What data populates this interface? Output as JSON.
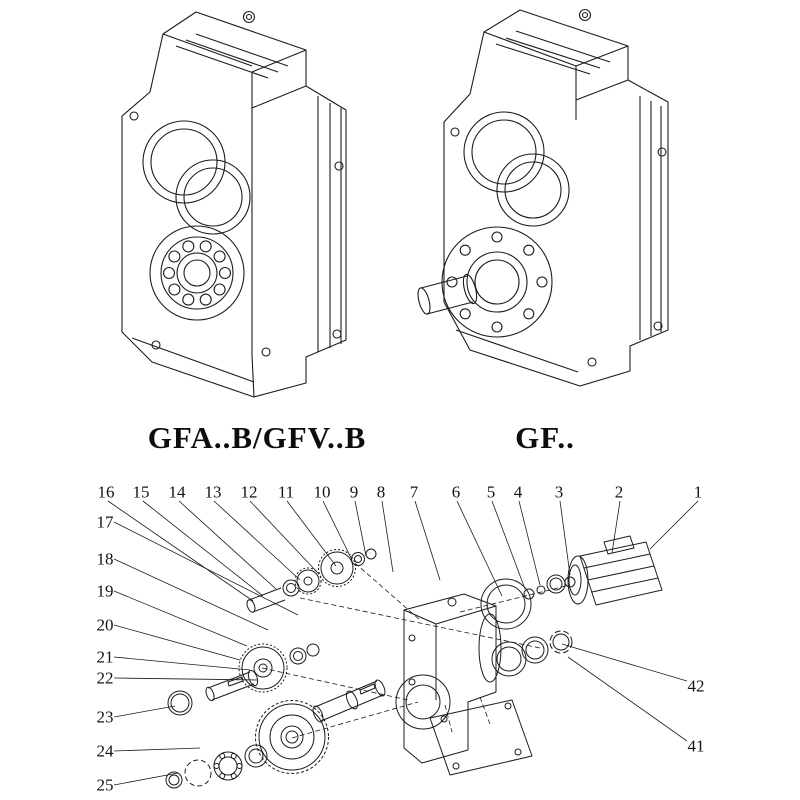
{
  "figures": {
    "left": {
      "caption": "GFA..B/GFV..B"
    },
    "right": {
      "caption": "GF.."
    }
  },
  "exploded": {
    "callouts_top": [
      "16",
      "15",
      "14",
      "13",
      "12",
      "11",
      "10",
      "9",
      "8",
      "7",
      "6",
      "5",
      "4",
      "3",
      "2",
      "1"
    ],
    "callouts_left": [
      "17",
      "18",
      "19",
      "20",
      "21",
      "22",
      "23",
      "24",
      "25"
    ],
    "callouts_right": [
      "42",
      "41"
    ]
  },
  "style": {
    "line_color": "#1c1c1c",
    "background": "#ffffff"
  }
}
